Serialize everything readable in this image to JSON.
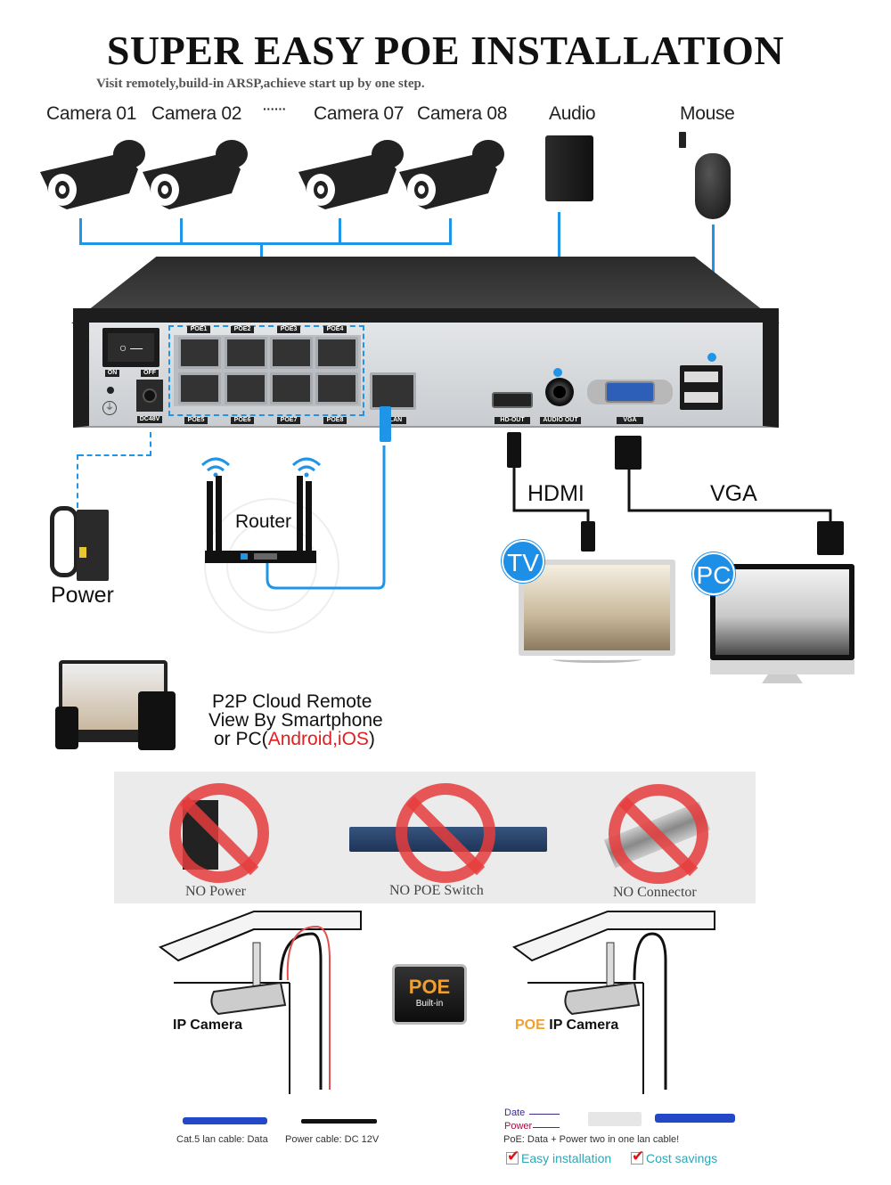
{
  "header": {
    "title": "SUPER EASY POE INSTALLATION",
    "subtitle": "Visit remotely,build-in ARSP,achieve start up by one step."
  },
  "devices": {
    "cameras": [
      "Camera 01",
      "Camera 02",
      "Camera 07",
      "Camera 08"
    ],
    "ellipsis": "······",
    "audio": "Audio",
    "mouse": "Mouse"
  },
  "nvr": {
    "switch_on": "ON",
    "switch_off": "OFF",
    "power_port": "DC48V",
    "poe_ports_top": [
      "POE1",
      "POE2",
      "POE3",
      "POE4"
    ],
    "poe_ports_bottom": [
      "POE5",
      "POE6",
      "POE7",
      "POE8"
    ],
    "lan_port": "LAN",
    "hdmi_port": "HD-OUT",
    "audio_port": "AUDIO OUT",
    "vga_port": "VGA"
  },
  "connections": {
    "power_label": "Power",
    "router_label": "Router",
    "hdmi_label": "HDMI",
    "vga_label": "VGA",
    "tv_badge": "TV",
    "pc_badge": "PC"
  },
  "p2p": {
    "line1": "P2P Cloud Remote",
    "line2": "View By Smartphone",
    "line3_prefix": "or PC(",
    "line3_highlight": "Android,iOS",
    "line3_suffix": ")",
    "highlight_color": "#e02020"
  },
  "no_panel": {
    "items": [
      "NO Power",
      "NO POE Switch",
      "NO Connector"
    ]
  },
  "comparison": {
    "left_title": "IP Camera",
    "right_title_accent": "POE",
    "right_title": " IP Camera",
    "accent_color": "#f0a030",
    "chip_title": "POE",
    "chip_sub": "Built-in",
    "cat5_caption": "Cat.5 lan cable: Data",
    "power_caption": "Power cable: DC 12V",
    "wire_date": "Date",
    "wire_power": "Power",
    "poe_note": "PoE: Data + Power two in one lan cable!",
    "benefits": [
      "Easy installation",
      "Cost savings"
    ]
  }
}
